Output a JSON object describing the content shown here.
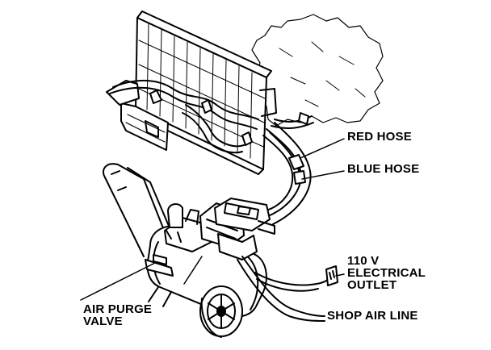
{
  "labels": {
    "red_hose": "RED HOSE",
    "blue_hose": "BLUE HOSE",
    "outlet_line1": "110 V",
    "outlet_line2": "ELECTRICAL",
    "outlet_line3": "OUTLET",
    "shop_air_line": "SHOP AIR LINE",
    "purge_line1": "AIR PURGE",
    "purge_line2": "VALVE"
  },
  "colors": {
    "ink": "#000000",
    "paper": "#ffffff"
  },
  "icons": [
    "radiator-icon",
    "engine-outline-icon",
    "compressor-tank-icon",
    "wheel-icon",
    "wall-outlet-icon"
  ]
}
